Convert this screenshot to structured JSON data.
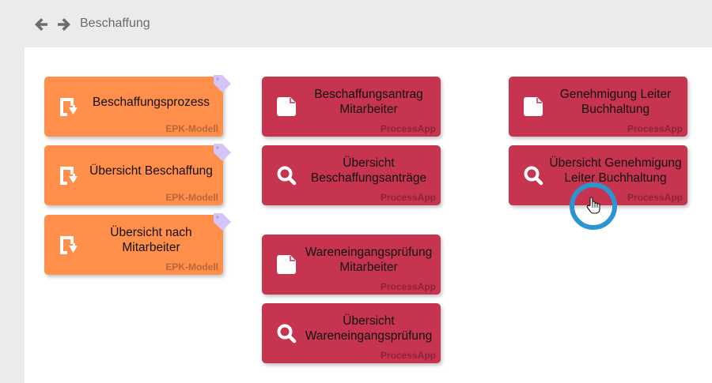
{
  "header": {
    "back_icon": "arrow-left-icon",
    "forward_icon": "arrow-right-icon",
    "breadcrumb": "Beschaffung"
  },
  "colors": {
    "epk_tile": "#ff8f4a",
    "processapp_tile": "#c6344f",
    "tag": "#d5c4f7",
    "cursor_ring": "#2b95cf"
  },
  "tiles": [
    {
      "title": "Beschaffungsprozess",
      "type": "EPK-Modell",
      "icon": "epk-model-icon",
      "tagged": true
    },
    {
      "title": "Übersicht Beschaffung",
      "type": "EPK-Modell",
      "icon": "epk-model-icon",
      "tagged": true
    },
    {
      "title": "Übersicht nach Mitarbeiter",
      "type": "EPK-Modell",
      "icon": "epk-model-icon",
      "tagged": true
    },
    {
      "title": "Beschaffungsantrag Mitarbeiter",
      "type": "ProcessApp",
      "icon": "document-icon"
    },
    {
      "title": "Übersicht Beschaffungsanträge",
      "type": "ProcessApp",
      "icon": "search-icon"
    },
    {
      "title": "Wareneingangsprüfung Mitarbeiter",
      "type": "ProcessApp",
      "icon": "document-icon"
    },
    {
      "title": "Übersicht Wareneingangsprüfung",
      "type": "ProcessApp",
      "icon": "search-icon"
    },
    {
      "title": "Genehmigung Leiter Buchhaltung",
      "type": "ProcessApp",
      "icon": "document-icon"
    },
    {
      "title": "Übersicht Genehmigung Leiter Buchhaltung",
      "type": "ProcessApp",
      "icon": "search-icon"
    }
  ]
}
